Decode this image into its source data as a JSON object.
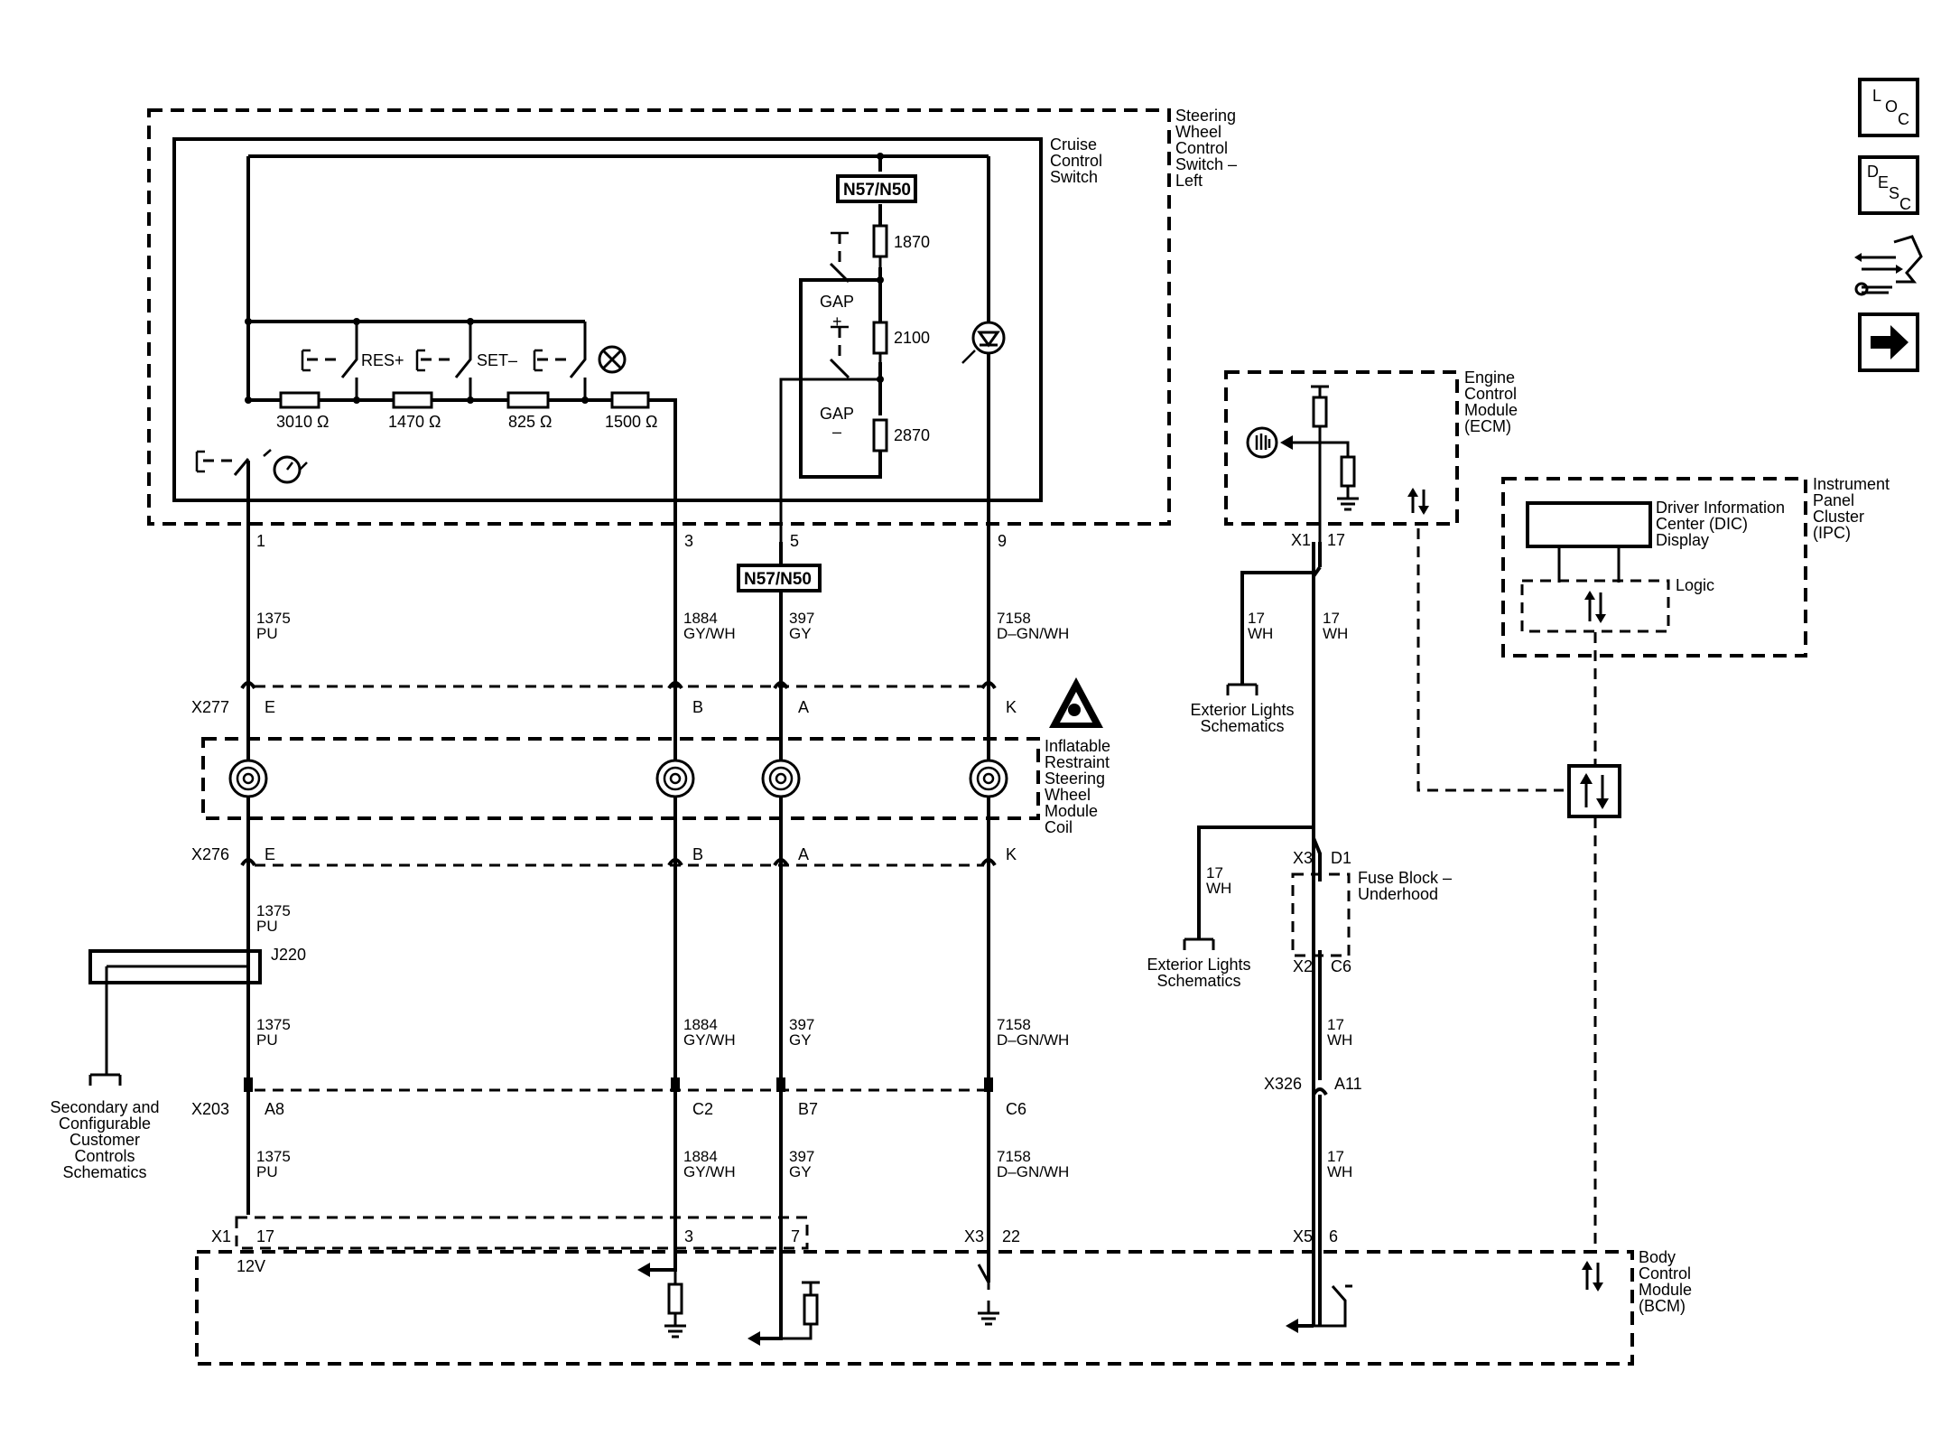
{
  "modules": {
    "swc": "Steering\nWheel\nControl\nSwitch –\nLeft",
    "ccs": "Cruise\nControl\nSwitch",
    "ecm": "Engine\nControl\nModule\n(ECM)",
    "ipc": "Instrument\nPanel\nCluster\n(IPC)",
    "dic": "Driver Information\nCenter (DIC)\nDisplay",
    "logic": "Logic",
    "inflatable": "Inflatable\nRestraint\nSteering\nWheel\nModule\nCoil",
    "fuse": "Fuse Block –\nUnderhood",
    "bcm": "Body\nControl\nModule\n(BCM)"
  },
  "switch": {
    "option": "N57/N50",
    "res": "RES+",
    "set": "SET–",
    "gap": "GAP",
    "plus": "+",
    "minus": "–",
    "r1": "3010 Ω",
    "r2": "1470 Ω",
    "r3": "825 Ω",
    "r4": "1500 Ω",
    "g1": "1870",
    "g2": "2100",
    "g3": "2870"
  },
  "pins": {
    "p1": "1",
    "p3": "3",
    "p5": "5",
    "p9": "9",
    "x1": "X1",
    "p17": "17",
    "x3": "X3",
    "d1": "D1",
    "x2": "X2",
    "c6": "C6",
    "x326": "X326",
    "a11": "A11",
    "x5": "X5",
    "p6": "6",
    "x277": "X277",
    "x276": "X276",
    "x203": "X203",
    "e": "E",
    "b": "B",
    "a": "A",
    "k": "K",
    "a8": "A8",
    "c2": "C2",
    "b7": "B7",
    "c6b": "C6",
    "j220": "J220",
    "bx1": "X1",
    "b17": "17",
    "b3": "3",
    "b7p": "7",
    "bx3": "X3",
    "b22": "22",
    "v12": "12V"
  },
  "wires": {
    "w1375": "1375\nPU",
    "w1884": "1884\nGY/WH",
    "w397": "397\nGY",
    "w7158": "7158\nD–GN/WH",
    "w17": "17\nWH"
  },
  "refs": {
    "ext": "Exterior Lights\nSchematics",
    "sec": "Secondary and\nConfigurable\nCustomer\nControls\nSchematics"
  },
  "nav": {
    "loc_l": "L",
    "loc_o": "O",
    "loc_c": "C",
    "desc_d": "D",
    "desc_e": "E",
    "desc_s": "S",
    "desc_c": "C"
  }
}
